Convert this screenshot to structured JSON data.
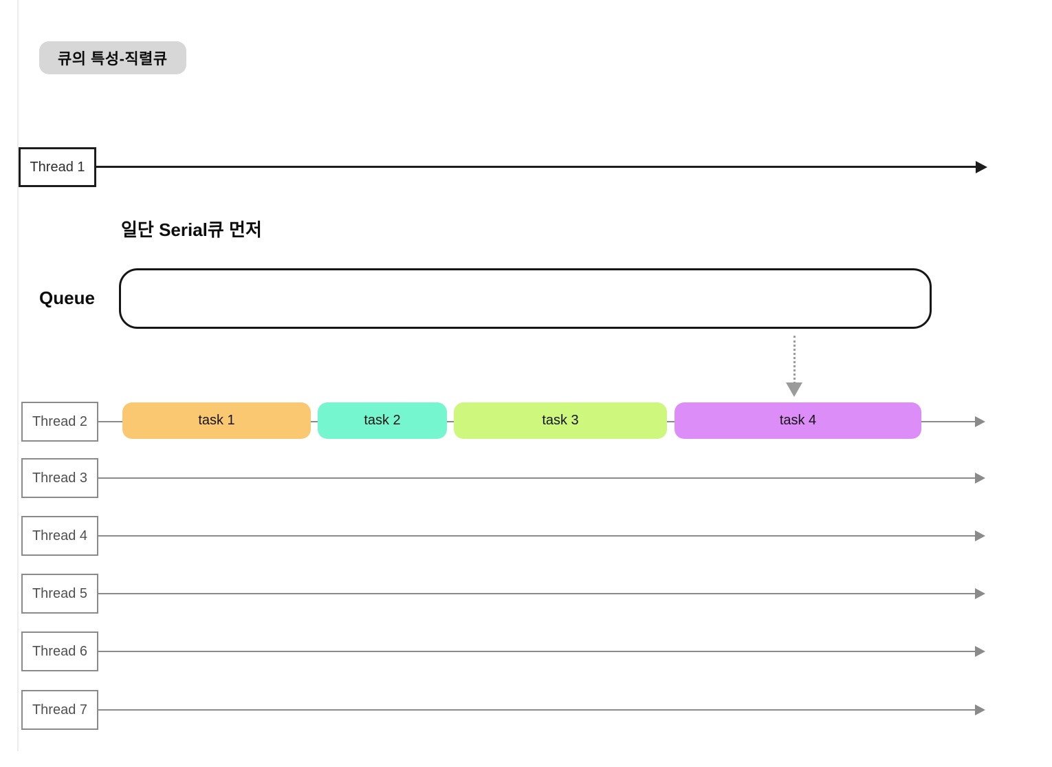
{
  "title_badge": {
    "text": "큐의 특성-직렬큐",
    "bg_color": "#d7d7d7"
  },
  "annotation": {
    "text": "일단 Serial큐 먼저"
  },
  "queue": {
    "label": "Queue"
  },
  "threads": [
    {
      "label": "Thread 1"
    },
    {
      "label": "Thread 2"
    },
    {
      "label": "Thread 3"
    },
    {
      "label": "Thread 4"
    },
    {
      "label": "Thread 5"
    },
    {
      "label": "Thread 6"
    },
    {
      "label": "Thread 7"
    }
  ],
  "tasks": [
    {
      "label": "task 1",
      "color": "#FAC871"
    },
    {
      "label": "task 2",
      "color": "#75F6CF"
    },
    {
      "label": "task 3",
      "color": "#CDF87D"
    },
    {
      "label": "task 4",
      "color": "#DC8DF7"
    }
  ],
  "colors": {
    "primary_stroke": "#1c1c1c",
    "secondary_stroke": "#8a8a8a",
    "queue_pointer_stroke": "#9b9b9b"
  }
}
